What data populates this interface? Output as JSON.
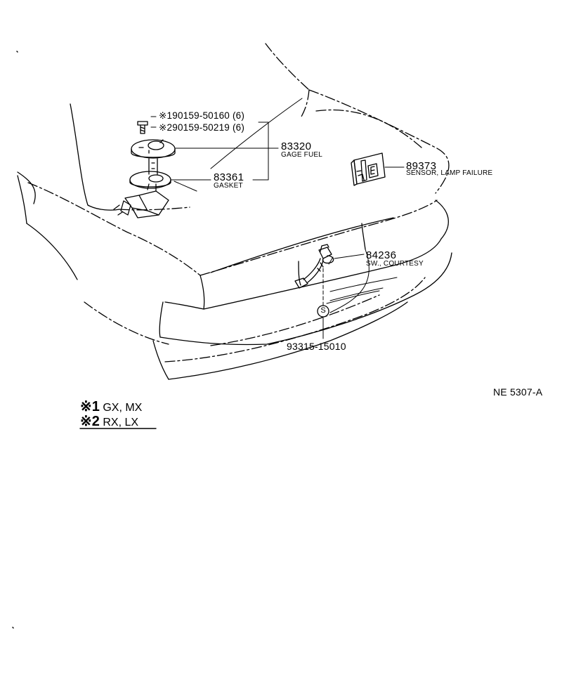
{
  "bolts": [
    {
      "marker": "※1",
      "part_no": "90159-50160",
      "qty": "(6)"
    },
    {
      "marker": "※2",
      "part_no": "90159-50219",
      "qty": "(6)"
    }
  ],
  "parts": [
    {
      "part_no": "83320",
      "description": "GAGE FUEL"
    },
    {
      "part_no": "83361",
      "description": "GASKET"
    },
    {
      "part_no": "89373",
      "description": "SENSOR, LAMP FAILURE"
    },
    {
      "part_no": "84236",
      "description": "SW., COURTESY"
    }
  ],
  "screw": {
    "symbol": "S",
    "part_no": "93315-15010"
  },
  "figure_code": "NE 5307-A",
  "legend": [
    {
      "marker": "※1",
      "text": "GX, MX"
    },
    {
      "marker": "※2",
      "text": "RX, LX"
    }
  ]
}
